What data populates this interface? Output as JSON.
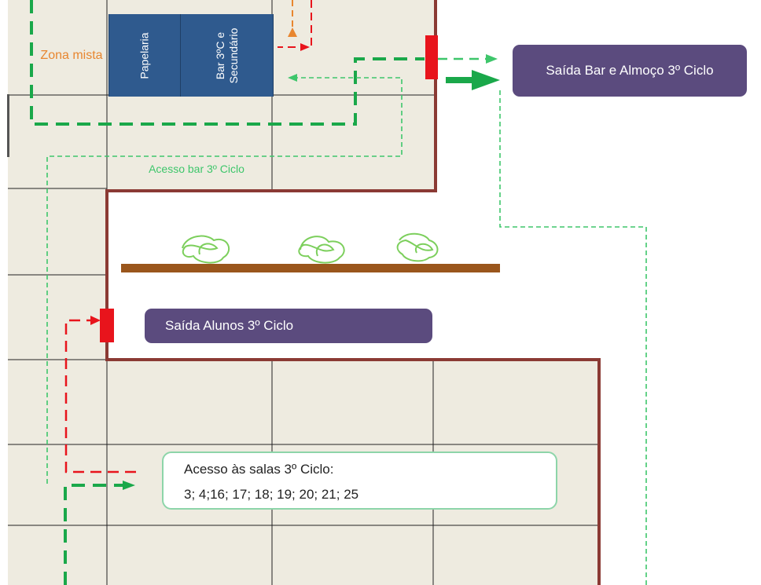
{
  "zones": {
    "mixed_zone": "Zona mista",
    "shops": [
      "Papelaria",
      "Bar 3ºC e Secundário"
    ],
    "bar_access": "Acesso bar 3º Ciclo"
  },
  "exits": {
    "bar_lunch": "Saída Bar e Almoço 3º Ciclo",
    "students": "Saída Alunos 3º Ciclo"
  },
  "rooms_access": {
    "title": "Acesso às salas 3º Ciclo:",
    "rooms": "3; 4;16; 17; 18; 19; 20; 21; 25"
  },
  "colors": {
    "floor": "#eeebe0",
    "wall": "#8b3a34",
    "door": "#e8141c",
    "route_green": "#1aa84a",
    "route_light_green": "#3ec66b",
    "route_red": "#e8141c",
    "route_orange": "#e8862f",
    "shop_blue": "#2f5a8e",
    "exit_purple": "#5b4b7e",
    "bench": "#9a561c",
    "plant": "#7ccf5c"
  }
}
